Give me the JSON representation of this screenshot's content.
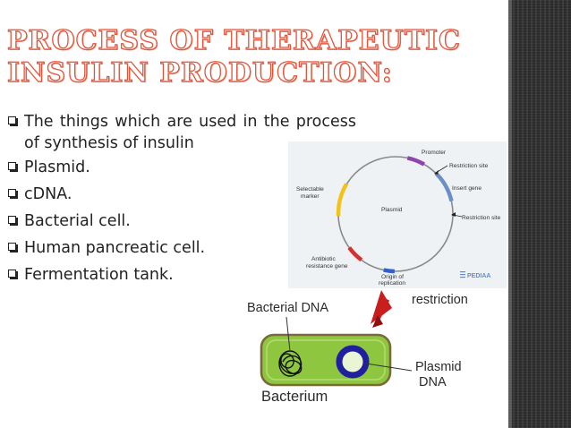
{
  "slide": {
    "title_line1": "Process of therapeutic",
    "title_line2": "insulin production:",
    "title_color": "#e2543a",
    "bullets": [
      "The things which are used in the process of synthesis of insulin",
      "Plasmid.",
      "cDNA.",
      "Bacterial cell.",
      "Human pancreatic cell.",
      "Fermentation tank."
    ]
  },
  "plasmid_figure": {
    "labels": {
      "promoter": "Promoter",
      "restriction_site_top": "Restriction site",
      "insert_gene": "Insert gene",
      "restriction_site_bottom": "Restriction site",
      "selectable_marker_1": "Selectable",
      "selectable_marker_2": "marker",
      "plasmid": "Plasmid",
      "antibiotic_1": "Antibiotic",
      "antibiotic_2": "resistance gene",
      "origin_1": "Origin of",
      "origin_2": "replication",
      "watermark": "PEDIAA"
    },
    "colors": {
      "promoter": "#8e44ad",
      "insert_gene": "#6a8fc4",
      "origin": "#2f5fd0",
      "antibiotic": "#d62f2f",
      "selectable_marker": "#f2c21a"
    }
  },
  "bacterium_figure": {
    "labels": {
      "bacterial_dna": "Bacterial DNA",
      "restriction": "restriction",
      "plasmid_dna_1": "Plasmid",
      "plasmid_dna_2": "DNA",
      "bacterium": "Bacterium"
    },
    "colors": {
      "cell_fill": "#8ec63f",
      "cell_border": "#7a6a3a",
      "plasmid_ring": "#1f1fa0",
      "arrow": "#c81e1e"
    }
  }
}
